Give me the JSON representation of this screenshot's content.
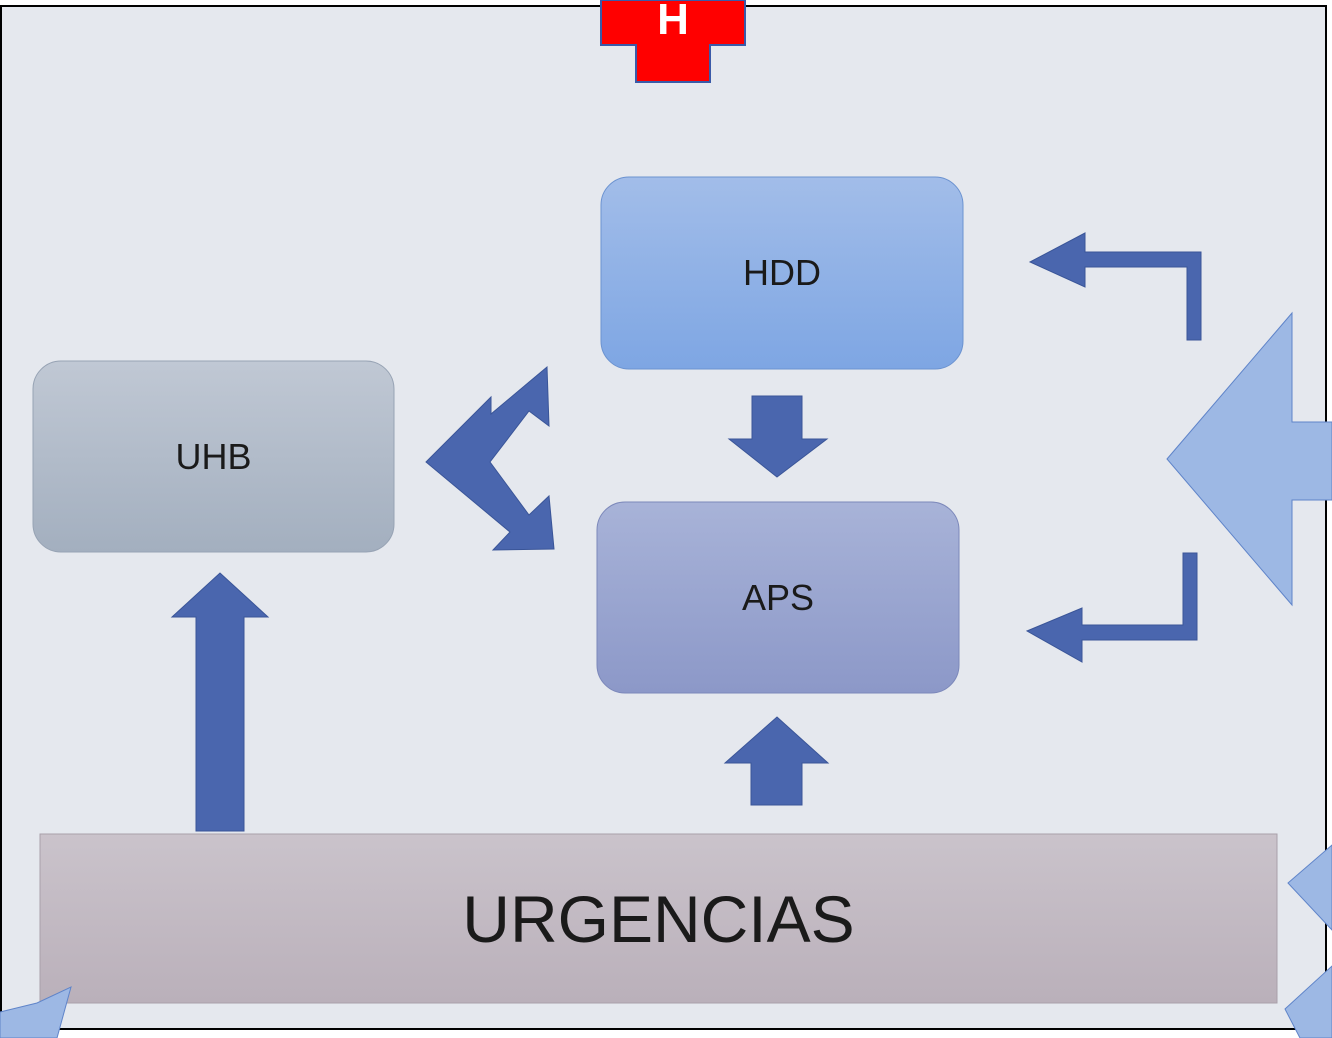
{
  "hospital_sign": {
    "letter": "H"
  },
  "nodes": {
    "hdd": {
      "label": "HDD"
    },
    "uhb": {
      "label": "UHB"
    },
    "aps": {
      "label": "APS"
    },
    "urgencias": {
      "label": "URGENCIAS"
    }
  },
  "colors": {
    "frame_background": "#e5e8ee",
    "arrow_dark": "#4a66ae",
    "arrow_light": "#9db8e4",
    "hospital_red": "#ff0000",
    "hdd_top": "#a2bde9",
    "hdd_bottom": "#7ea6e3",
    "uhb_top": "#c0c8d4",
    "uhb_bottom": "#a3afbf",
    "aps_top": "#a8b3d8",
    "aps_bottom": "#8c98c8",
    "urgencias_top": "#cac3cb",
    "urgencias_bottom": "#bab0ba"
  }
}
